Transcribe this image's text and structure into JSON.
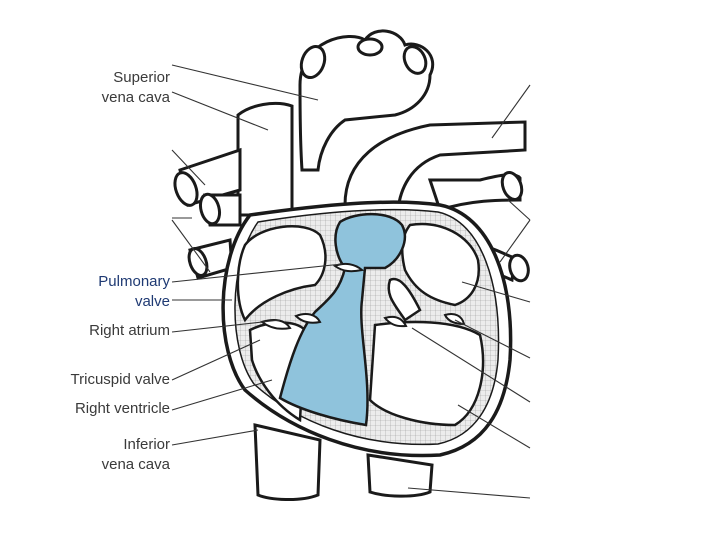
{
  "labels": {
    "superior_vena_cava": [
      "Superior",
      "vena cava"
    ],
    "pulmonary_valve": [
      "Pulmonary",
      "valve"
    ],
    "right_atrium": "Right atrium",
    "tricuspid_valve": "Tricuspid valve",
    "right_ventricle": "Right ventricle",
    "inferior_vena_cava": [
      "Inferior",
      "vena cava"
    ]
  },
  "colors": {
    "blood_highlight": "#8fc3dc",
    "outline": "#1a1a1a",
    "wall_fill": "#e7e7e7",
    "label_text": "#3a3a3a",
    "pulmonary_label": "#1f3a73"
  }
}
